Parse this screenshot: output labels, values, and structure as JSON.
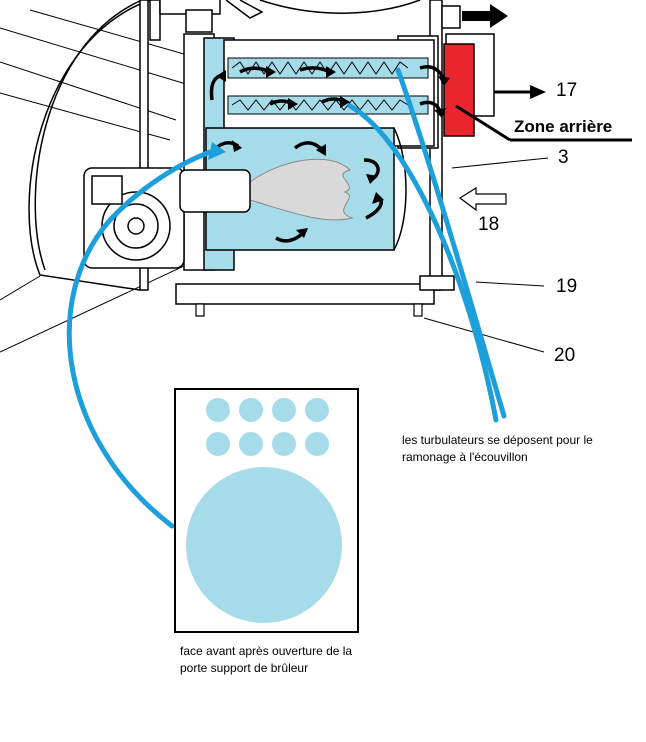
{
  "labels": {
    "n17": "17",
    "zone": "Zone arrière",
    "n3": "3",
    "n18": "18",
    "n19": "19",
    "n20": "20",
    "turbulators_note": "les turbulateurs se déposent pour le ramonage à l'écouvillon",
    "front_note": "face avant après ouverture de la porte support de brûleur"
  },
  "colors": {
    "water": "#a6dbea",
    "highlight_blue": "#1d9fdb",
    "rear_zone": "#e8262c",
    "flame": "#d9d9d9",
    "line": "#000000"
  },
  "front_panel": {
    "small_holes_rows": 2,
    "small_holes_per_row": 4,
    "large_holes": 1
  }
}
